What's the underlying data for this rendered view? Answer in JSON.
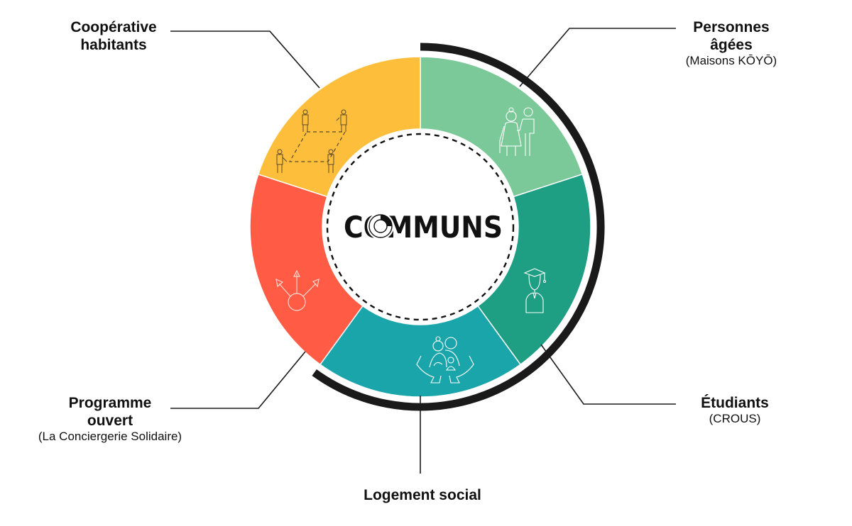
{
  "diagram": {
    "center_title": "COMMUNS",
    "center_title_parts": {
      "first": "C",
      "rest": "MMUNS"
    },
    "segments": [
      {
        "id": "personnes-agees",
        "title": "Personnes âgées",
        "title_line1": "Personnes",
        "title_line2": "âgées",
        "subtitle": "(Maisons KŌYŌ)",
        "color": "#7BC898",
        "icon": "elderly-couple-icon"
      },
      {
        "id": "etudiants",
        "title": "Étudiants",
        "subtitle": "(CROUS)",
        "color": "#1E9E83",
        "icon": "graduate-student-icon"
      },
      {
        "id": "logement-social",
        "title": "Logement social",
        "subtitle": "",
        "color": "#1AA5AB",
        "icon": "family-in-hands-icon"
      },
      {
        "id": "programme-ouvert",
        "title": "Programme ouvert",
        "title_line1": "Programme",
        "title_line2": "ouvert",
        "subtitle": "(La Conciergerie Solidaire)",
        "color": "#FF5B45",
        "icon": "open-arrows-icon"
      },
      {
        "id": "cooperative-habitants",
        "title": "Coopérative habitants",
        "title_line1": "Coopérative",
        "title_line2": "habitants",
        "subtitle": "",
        "color": "#FDBE3C",
        "icon": "people-square-icon"
      }
    ],
    "outer_arc_color": "#1A1A1A",
    "separator_color": "#FFFFFF",
    "center_fill": "#FFFFFF",
    "leader_color": "#1A1A1A"
  }
}
